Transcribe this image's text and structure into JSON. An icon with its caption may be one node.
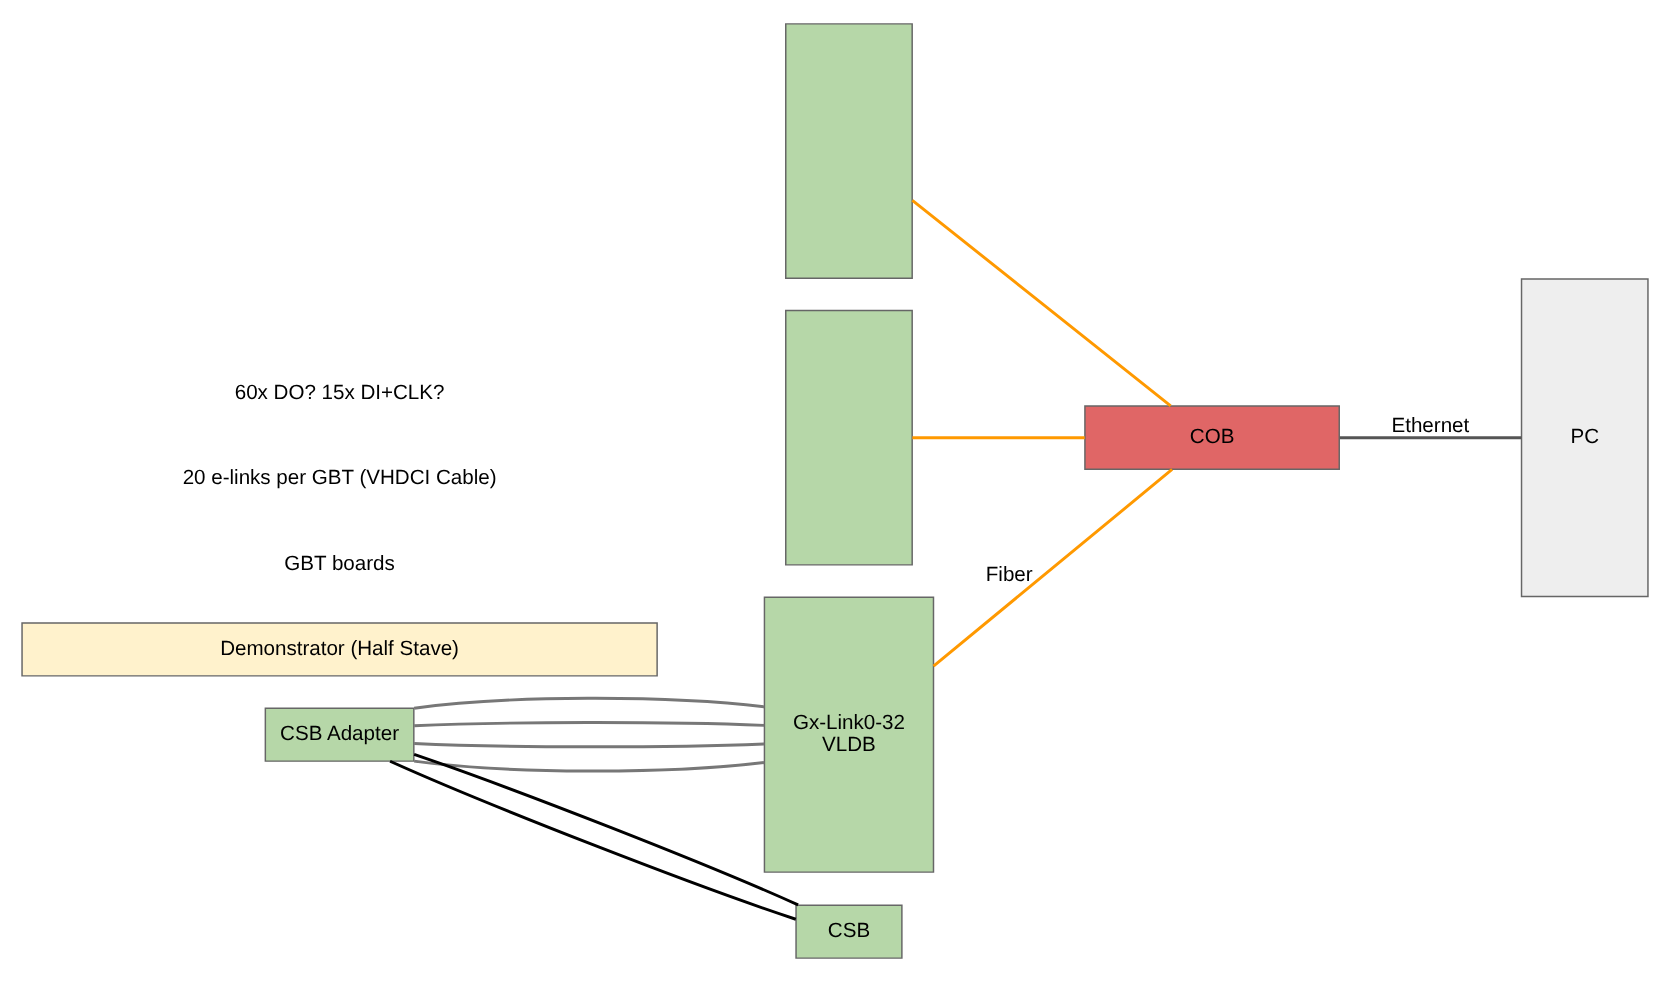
{
  "diagram": {
    "nodes": [
      {
        "text": [],
        "shape": "box"
      },
      {
        "text": [],
        "shape": "box"
      },
      {
        "text": [
          "Gx-Link0-32",
          "VLDB"
        ]
      },
      {
        "text": [
          "COB"
        ]
      },
      {
        "text": [
          "PC"
        ]
      },
      {
        "text": [
          "CSB Adapter"
        ]
      },
      {
        "text": [
          "CSB"
        ]
      },
      {
        "text": [
          "Demonstrator (Half Stave)"
        ]
      }
    ],
    "edges": [
      {
        "from": 5,
        "to": 2,
        "arrow": "none"
      },
      {
        "from": 5,
        "to": 2,
        "arrow": "none"
      },
      {
        "from": 5,
        "to": 2,
        "arrow": "none"
      },
      {
        "from": 5,
        "to": 2,
        "arrow": "none"
      },
      {
        "from": 0,
        "to": 3,
        "arrow": "none",
        "color": "#ff9900"
      },
      {
        "from": 1,
        "to": 3,
        "arrow": "none",
        "color": "#ff9900"
      },
      {
        "from": 2,
        "to": 3,
        "arrow": "none",
        "color": "#ff9900",
        "label": "Fiber"
      },
      {
        "from": 3,
        "to": 4,
        "arrow": "none",
        "color": "#555555",
        "label": "Ethernet"
      },
      {
        "from": 5,
        "to": 6,
        "arrow": "none",
        "color": "#000000"
      },
      {
        "from": 5,
        "to": 6,
        "arrow": "none",
        "color": "#000000"
      }
    ],
    "labels": [
      "GBT boards",
      "20 e-links per GBT (VHDCI Cable)",
      "60x DO? 15x DI+CLK?"
    ]
  }
}
